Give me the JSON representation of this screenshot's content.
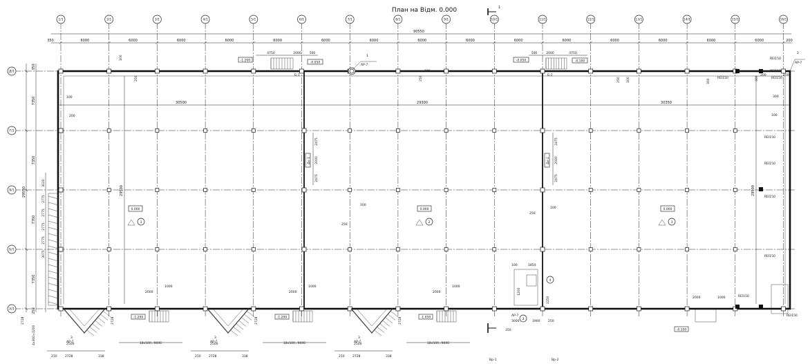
{
  "title": "План на Відм. 0.000",
  "section_marker": "1",
  "axes_horizontal": [
    "1/1",
    "2/1",
    "3/1",
    "4/1",
    "5/1",
    "6/1",
    "7/1",
    "8/1",
    "9/1",
    "10/1",
    "11/1",
    "12/1",
    "13/1",
    "14/1",
    "15/1",
    "16/1"
  ],
  "axes_vertical": [
    "А/1",
    "Б/1",
    "В/1",
    "Г/1",
    "Д/1"
  ],
  "dims_top": {
    "total": "90550",
    "left_offset": "350",
    "right_offset": "200",
    "spans": [
      "6000",
      "6000",
      "6000",
      "6000",
      "6000",
      "6000",
      "6000",
      "6000",
      "6000",
      "6000",
      "6000",
      "6000",
      "6000",
      "6000",
      "6000"
    ]
  },
  "dims_left": {
    "total": "29550",
    "spans": [
      "350",
      "7350",
      "7350",
      "7350",
      "7350",
      "250"
    ],
    "stair": [
      "3020",
      "2775",
      "2775",
      "2775",
      "2775",
      "3075"
    ]
  },
  "dims_inner": {
    "hall_widths": [
      "30500",
      "29300",
      "30350"
    ],
    "height_right": "29500",
    "height_left": "29500"
  },
  "top_labels": {
    "a_1200": "-1.200",
    "a_0050": "-0.050",
    "b_0050": "-0.050",
    "b_0100": "-0.100",
    "d_4750a": "4750",
    "d_2000a": "2000",
    "d_500a": "500",
    "d_500b": "500",
    "d_2000b": "2000",
    "d_4750b": "4750",
    "ar_1": "АР-7",
    "ar_1n": "1",
    "ar_2": "АР-7",
    "ar_2n": "2",
    "cut_a": "Б-1",
    "cut_b": "Б-2"
  },
  "misc_dims": {
    "d100a": "100",
    "d200": "200",
    "d100b": "100",
    "d250a": "250",
    "d250b": "250",
    "d250c": "250",
    "d100c": "100",
    "d250d": "250",
    "d100d": "100",
    "d300a": "300",
    "d300b": "300",
    "d300c": "300",
    "d100e": "100",
    "d100f": "100",
    "d250e": "250",
    "d100g": "100",
    "d200b": "200",
    "d100h": "100"
  },
  "joints": {
    "j1": [
      "2475",
      "2000",
      "2475"
    ],
    "j2": [
      "2475",
      "2000",
      "2475"
    ],
    "j1_label": "Дк-1",
    "j2_label": "Дк-2"
  },
  "rei_labels": [
    "REI150",
    "REI150",
    "REI150",
    "REI150",
    "REI150",
    "REI150",
    "REI150",
    "REI150",
    "REI150",
    "REI150"
  ],
  "rooms": [
    {
      "level": "0.000",
      "num": "1"
    },
    {
      "level": "0.000",
      "num": "2"
    },
    {
      "level": "0.000",
      "num": "3"
    }
  ],
  "bottom": {
    "levels": [
      "-1.200",
      "-1.200",
      "-1.050",
      "-0.100"
    ],
    "d_2000": [
      "2000",
      "2000",
      "2000",
      "2000"
    ],
    "d_1000": [
      "1000",
      "1000",
      "1000",
      "1000"
    ],
    "ramp_dims": [
      "18х500=9000",
      "18х500=9000",
      "18х500=9000"
    ],
    "d_2500": [
      "2500",
      "2500",
      "2500"
    ],
    "d_210": [
      "210",
      "210",
      "210"
    ],
    "d_2728": [
      "2728",
      "2728",
      "2728"
    ],
    "d_338": [
      "338",
      "338",
      "338"
    ],
    "d_3": [
      "3",
      "3",
      "3"
    ],
    "ar": [
      "АР-7",
      "АР-7",
      "АР-7"
    ],
    "d_2728v": [
      "2728",
      "2728",
      "2728"
    ],
    "misc": {
      "d_3000": "3000",
      "d_1000b": "1000",
      "d_350": "350",
      "d_250": "250",
      "d_1850": "1850",
      "d_100": "100",
      "d_2250": "2250",
      "d_1200": "1200",
      "d_1900": "1900",
      "ar_bot": "АР-7",
      "ar_bot_n": "3",
      "num4": "4"
    },
    "section_labels": [
      "Вр-1",
      "Вр-2"
    ],
    "left_stack": [
      "2728",
      "4х300=1200"
    ]
  }
}
